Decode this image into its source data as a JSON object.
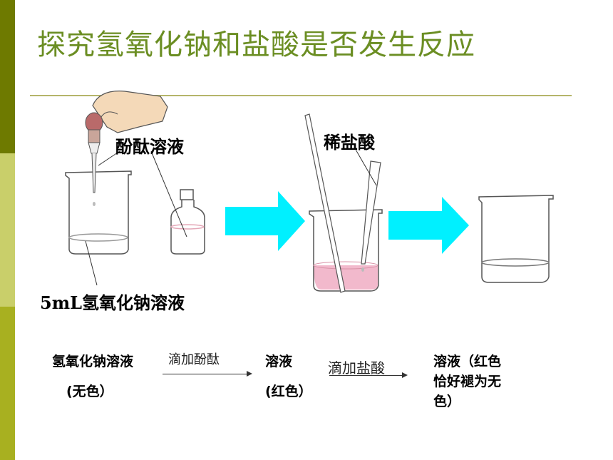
{
  "slide": {
    "title": "探究氢氧化钠和盐酸是否发生反应"
  },
  "labels": {
    "phenolphthalein": "酚酞溶液",
    "dilute_hcl": "稀盐酸",
    "naoh_volume": "5mL氢氧化钠溶液"
  },
  "equation": {
    "step1_name": "氢氧化钠溶液",
    "step1_state": "(无色）",
    "arrow1_label": "滴加酚酞",
    "step2_name": "溶液",
    "step2_state": "(红色）",
    "arrow2_label": "滴加盐酸",
    "step3_line1": "溶液（红色",
    "step3_line2": "恰好褪为无",
    "step3_line3": "色）"
  },
  "colors": {
    "title": "#6b8e23",
    "sidebar_dark": "#6e7a00",
    "sidebar_light": "#c9cf6a",
    "flow_arrow": "#00f0ff",
    "pink_solution": "#f2b9cc"
  }
}
